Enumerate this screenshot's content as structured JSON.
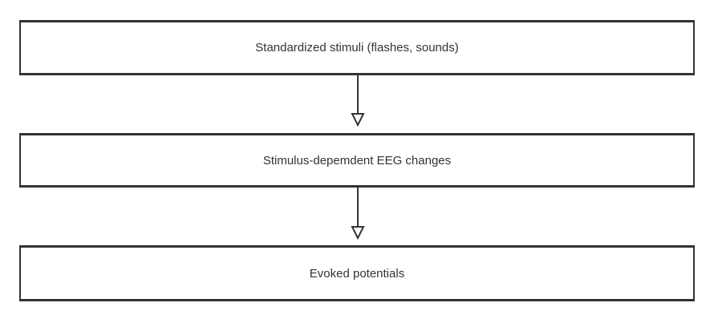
{
  "diagram": {
    "nodes": [
      {
        "label": "Standardized stimuli (flashes, sounds)"
      },
      {
        "label": "Stimulus-depemdent EEG changes"
      },
      {
        "label": "Evoked potentials"
      }
    ],
    "edges": [
      {
        "from": 0,
        "to": 1
      },
      {
        "from": 1,
        "to": 2
      }
    ]
  }
}
